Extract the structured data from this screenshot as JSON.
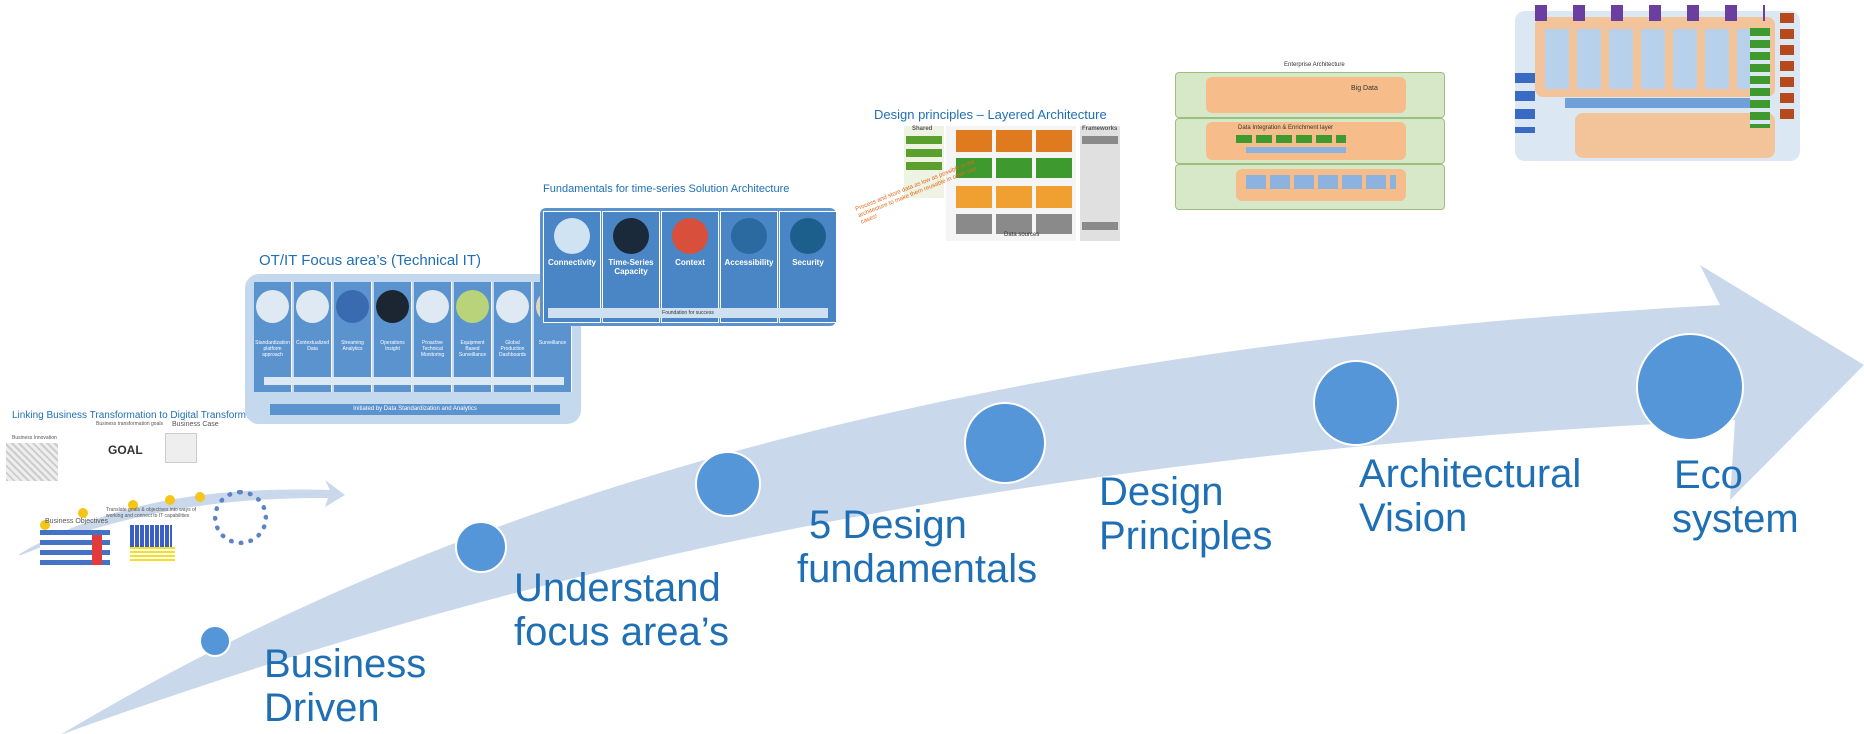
{
  "timeline": {
    "steps": [
      {
        "label_lines": [
          "Business",
          "Driven"
        ]
      },
      {
        "label_lines": [
          "Understand",
          "focus area’s"
        ]
      },
      {
        "label_lines": [
          "5 Design",
          "fundamentals"
        ]
      },
      {
        "label_lines": [
          "Design",
          "Principles"
        ]
      },
      {
        "label_lines": [
          "Architectural",
          "Vision"
        ]
      },
      {
        "label_lines": [
          "Eco",
          "system"
        ]
      }
    ],
    "colors": {
      "arrow": "#cad8ec",
      "circle": "#5596d8",
      "label": "#1f6fb5"
    }
  },
  "slides": {
    "business": {
      "title": "Linking Business Transformation to Digital Transform",
      "business_innovation": "Business Innovation",
      "transformation_goals": "Business transformation goals",
      "business_case": "Business Case",
      "goal": "GOAL",
      "business_objectives": "Business Objectives",
      "translate": "Translate goals & objectives into ways of working and connect to IT capabilities"
    },
    "otit": {
      "title": "OT/IT Focus area’s (Technical IT)",
      "columns": [
        "Standardization platform approach",
        "Contextualized Data",
        "Streaming Analytics",
        "Operations Insight",
        "Proactive Technical Monitoring",
        "Equipment Based Surveillance",
        "Global Production Dashboards",
        "Surveillance"
      ],
      "banner": "Initiated by Data Standardization and Analytics"
    },
    "fundamentals": {
      "title": "Fundamentals for time-series Solution Architecture",
      "cards": [
        "Connectivity",
        "Time-Series Capacity",
        "Context",
        "Accessibility",
        "Security"
      ],
      "foundation": "Foundation for success"
    },
    "layered": {
      "title": "Design principles – Layered Architecture",
      "shared": "Shared",
      "frameworks": "Frameworks",
      "data_sources": "Data sources",
      "note": "Process and store data as low as possible in the architecture to make them reusable in other use cases!"
    },
    "enterprise": {
      "title": "Enterprise Architecture",
      "big_data": "Big Data",
      "integration": "Data Integration & Enrichment layer"
    }
  }
}
